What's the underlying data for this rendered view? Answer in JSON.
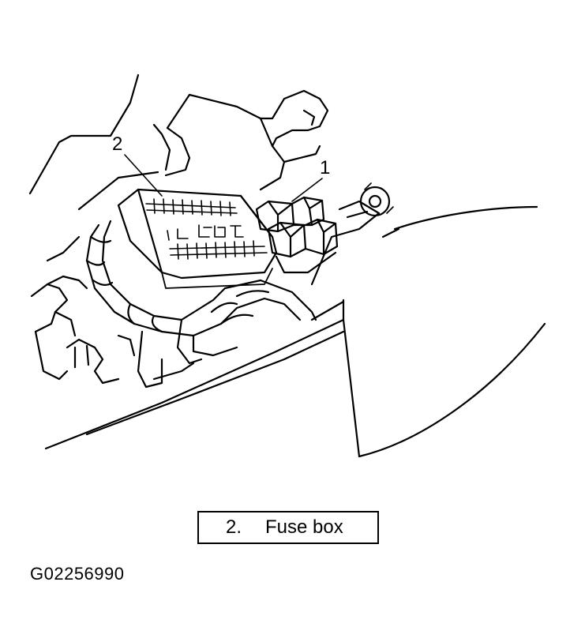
{
  "callouts": {
    "fuse_box_number": "2",
    "relay_number": "1"
  },
  "legend": {
    "number": "2.",
    "label": "Fuse box"
  },
  "figure_code": "G02256990",
  "colors": {
    "line": "#000000",
    "background": "#ffffff"
  }
}
